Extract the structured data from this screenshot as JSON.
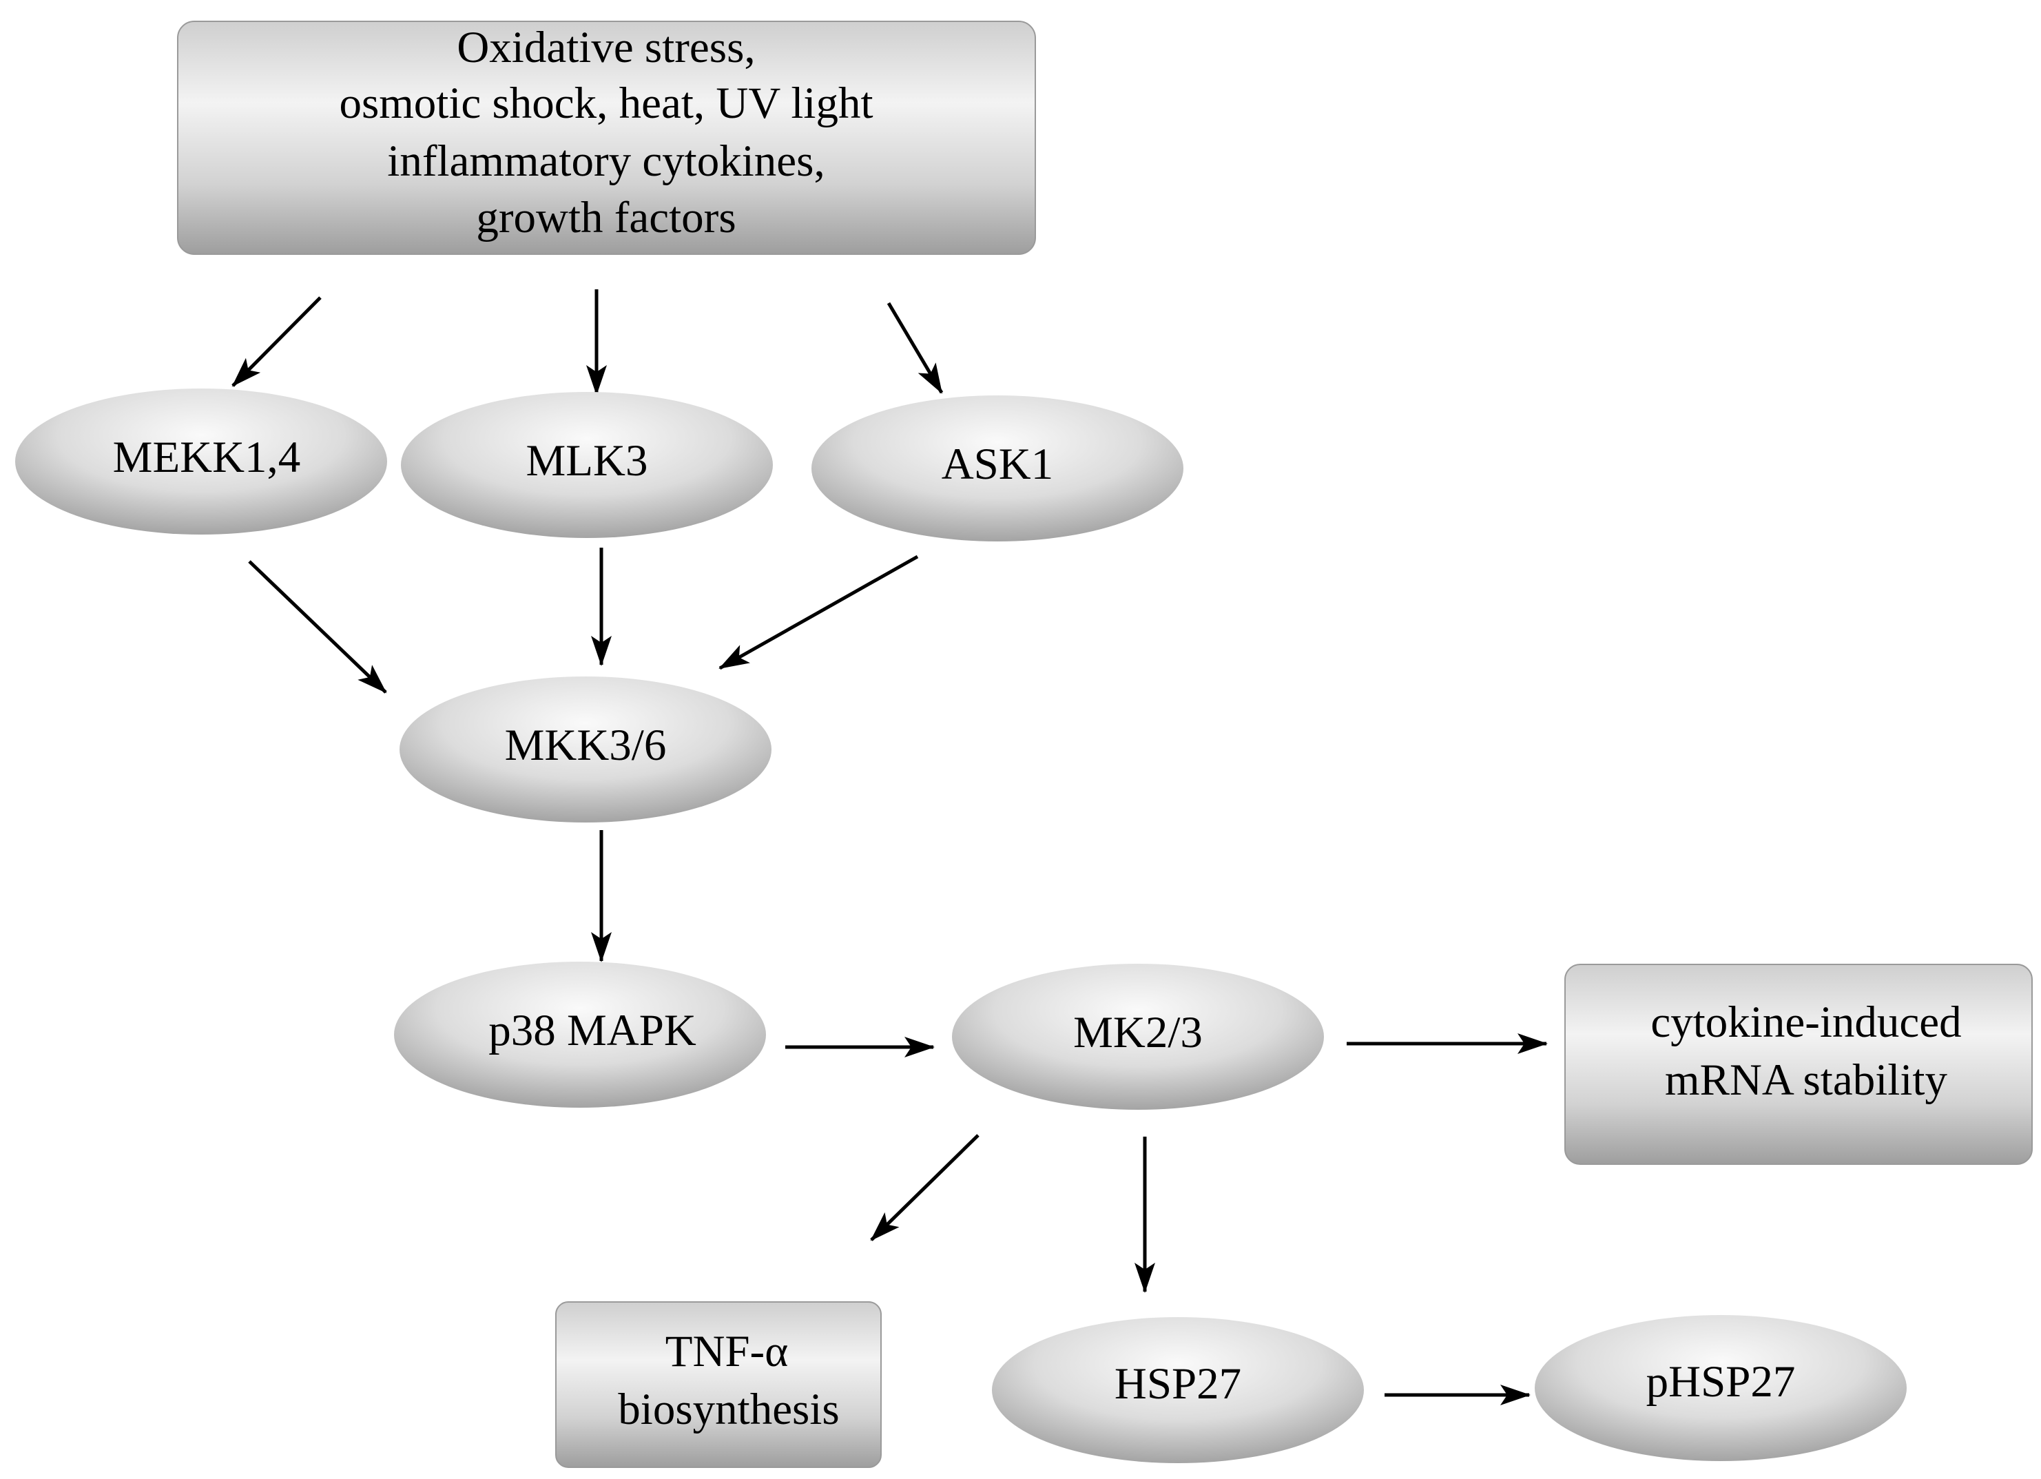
{
  "stimuli_box": {
    "lines": [
      "Oxidative stress,",
      "osmotic shock, heat, UV light",
      "inflammatory cytokines,",
      "growth factors"
    ]
  },
  "nodes": {
    "mekk": "MEKK1,4",
    "mlk3": "MLK3",
    "ask1": "ASK1",
    "mkk36": "MKK3/6",
    "p38": "p38 MAPK",
    "mk23": "MK2/3",
    "hsp27": "HSP27",
    "phsp27": "pHSP27"
  },
  "outcome_boxes": {
    "mrna": [
      "cytokine-induced",
      "mRNA stability"
    ],
    "tnf": [
      "TNF-α",
      "biosynthesis"
    ]
  },
  "colors": {
    "node_fill_light": "#f4f4f4",
    "node_fill_dark": "#9a9a9a",
    "arrow": "#000000"
  }
}
